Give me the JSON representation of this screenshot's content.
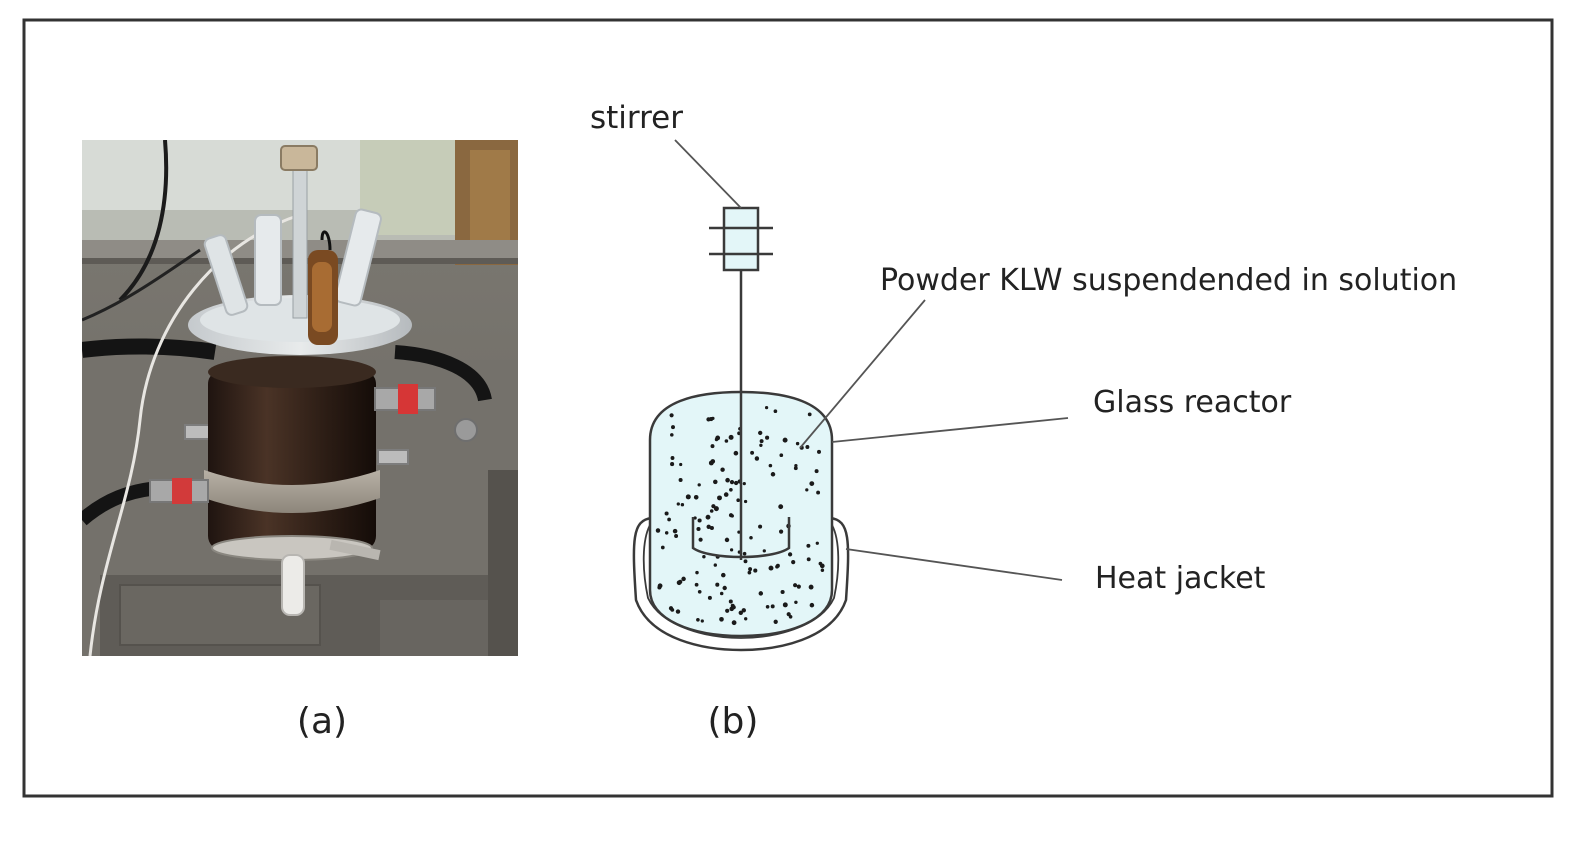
{
  "panels": {
    "a": {
      "caption": "(a)"
    },
    "b": {
      "caption": "(b)"
    }
  },
  "labels": {
    "stirrer": "stirrer",
    "powder": "Powder KLW suspendended in solution",
    "glass_reactor": "Glass reactor",
    "heat_jacket": "Heat jacket"
  },
  "colors": {
    "frame": "#333333",
    "solution_fill": "#e3f6f8",
    "line": "#3a3a3a",
    "particle": "#1a1a1a"
  }
}
